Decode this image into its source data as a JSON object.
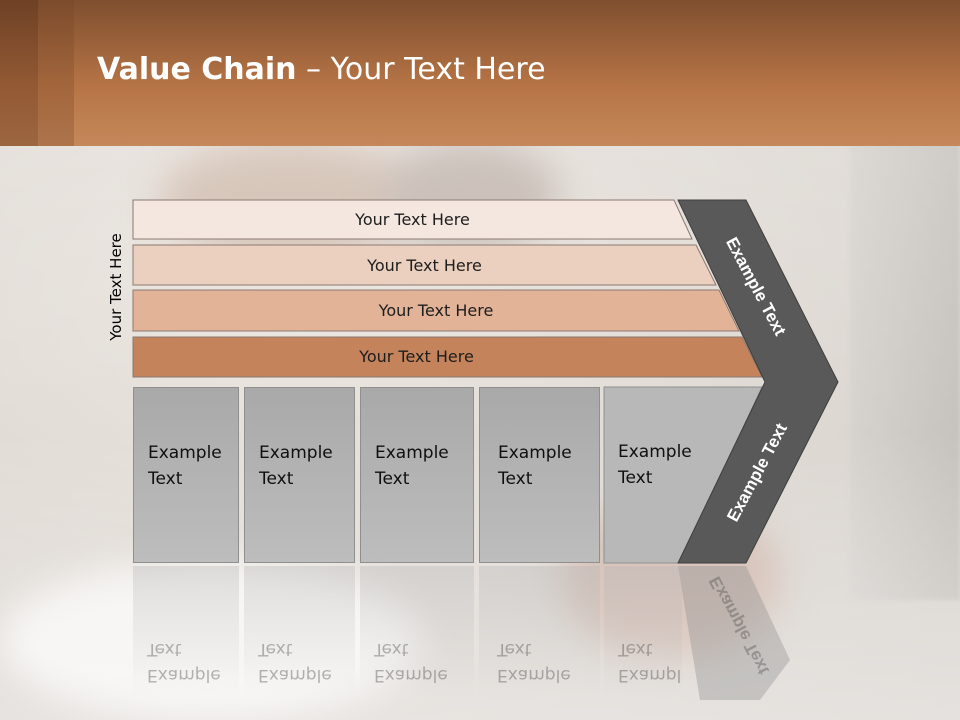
{
  "slide": {
    "title_bold": "Value Chain",
    "title_rest": " – Your Text Here",
    "side_label": "Your Text Here",
    "bands": [
      {
        "label": "Your Text Here",
        "color": "#f3e7df"
      },
      {
        "label": "Your Text Here",
        "color": "#ebd0c0"
      },
      {
        "label": "Your Text Here",
        "color": "#e2b397"
      },
      {
        "label": "Your Text Here",
        "color": "#c4835a"
      }
    ],
    "boxes": [
      {
        "line1": "Example",
        "line2": "Text"
      },
      {
        "line1": "Example",
        "line2": "Text"
      },
      {
        "line1": "Example",
        "line2": "Text"
      },
      {
        "line1": "Example",
        "line2": "Text"
      },
      {
        "line1": "Example",
        "line2": "Text"
      }
    ],
    "arrow_top_label": "Example Text",
    "arrow_bottom_label": "Example Text",
    "arrow_color": "#595959",
    "header_color": "#b77546"
  }
}
